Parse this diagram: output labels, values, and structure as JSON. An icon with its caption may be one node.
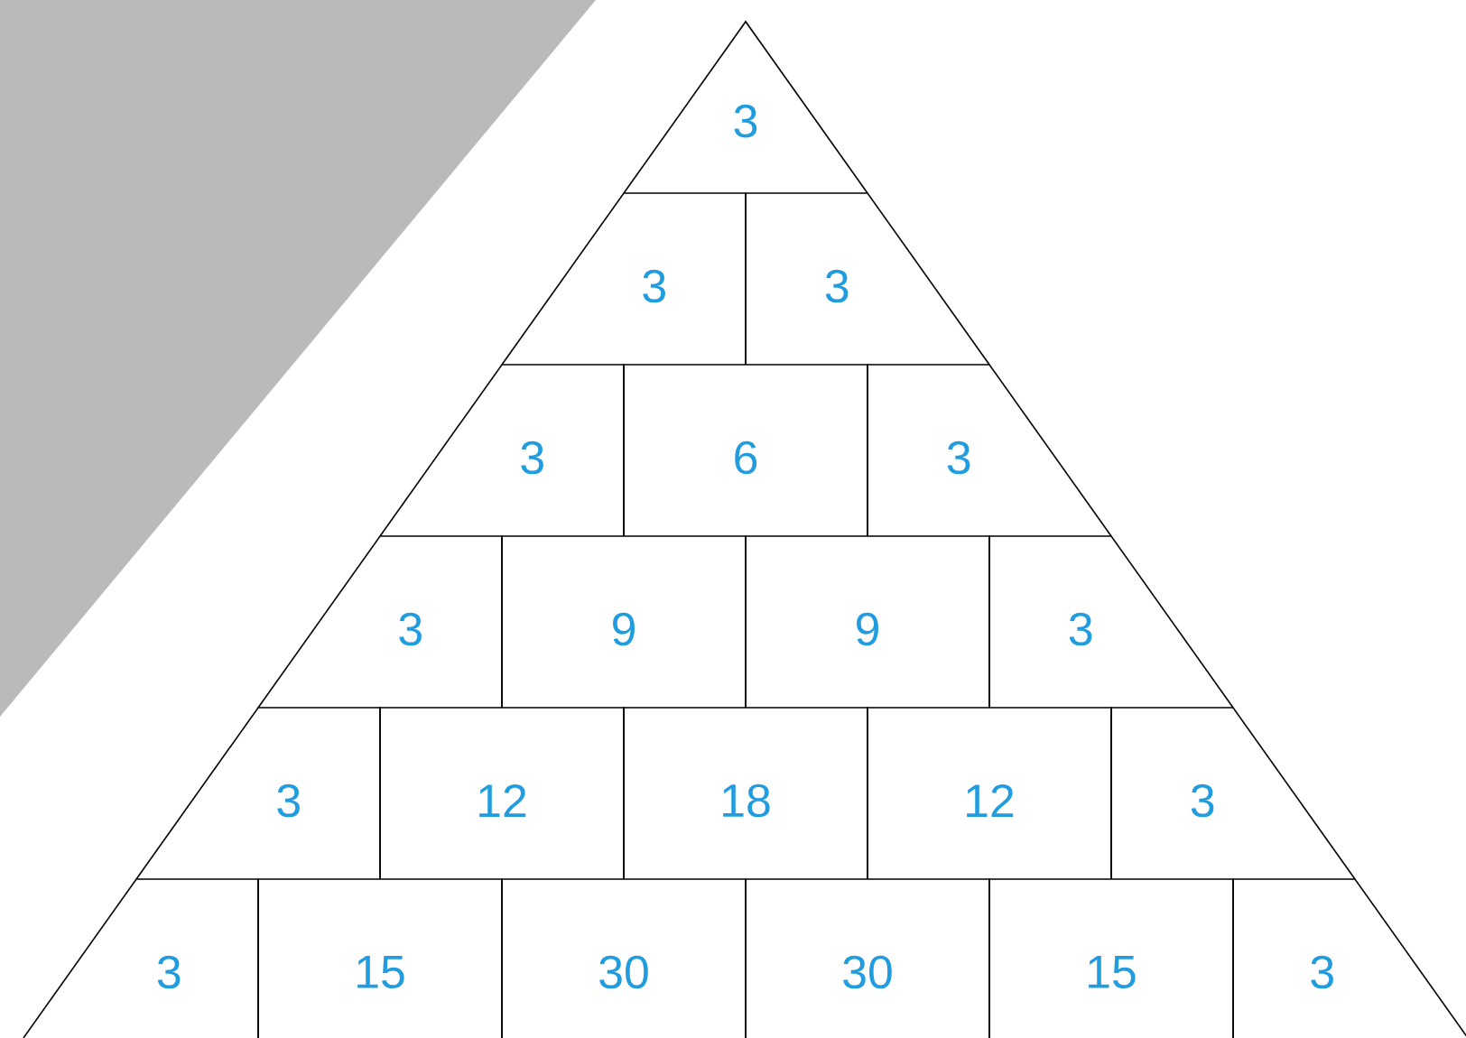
{
  "diagram": {
    "nodes": [
      {
        "text": [
          "3"
        ]
      },
      {
        "text": [
          "3"
        ]
      },
      {
        "text": [
          "3"
        ]
      },
      {
        "text": [
          "3"
        ]
      },
      {
        "text": [
          "6"
        ]
      },
      {
        "text": [
          "3"
        ]
      },
      {
        "text": [
          "3"
        ]
      },
      {
        "text": [
          "9"
        ]
      },
      {
        "text": [
          "9"
        ]
      },
      {
        "text": [
          "3"
        ]
      },
      {
        "text": [
          "3"
        ]
      },
      {
        "text": [
          "12"
        ]
      },
      {
        "text": [
          "18"
        ]
      },
      {
        "text": [
          "12"
        ]
      },
      {
        "text": [
          "3"
        ]
      },
      {
        "text": [
          "3"
        ]
      },
      {
        "text": [
          "15"
        ]
      },
      {
        "text": [
          "30"
        ]
      },
      {
        "text": [
          "30"
        ]
      },
      {
        "text": [
          "15"
        ]
      },
      {
        "text": [
          "3"
        ]
      }
    ]
  }
}
